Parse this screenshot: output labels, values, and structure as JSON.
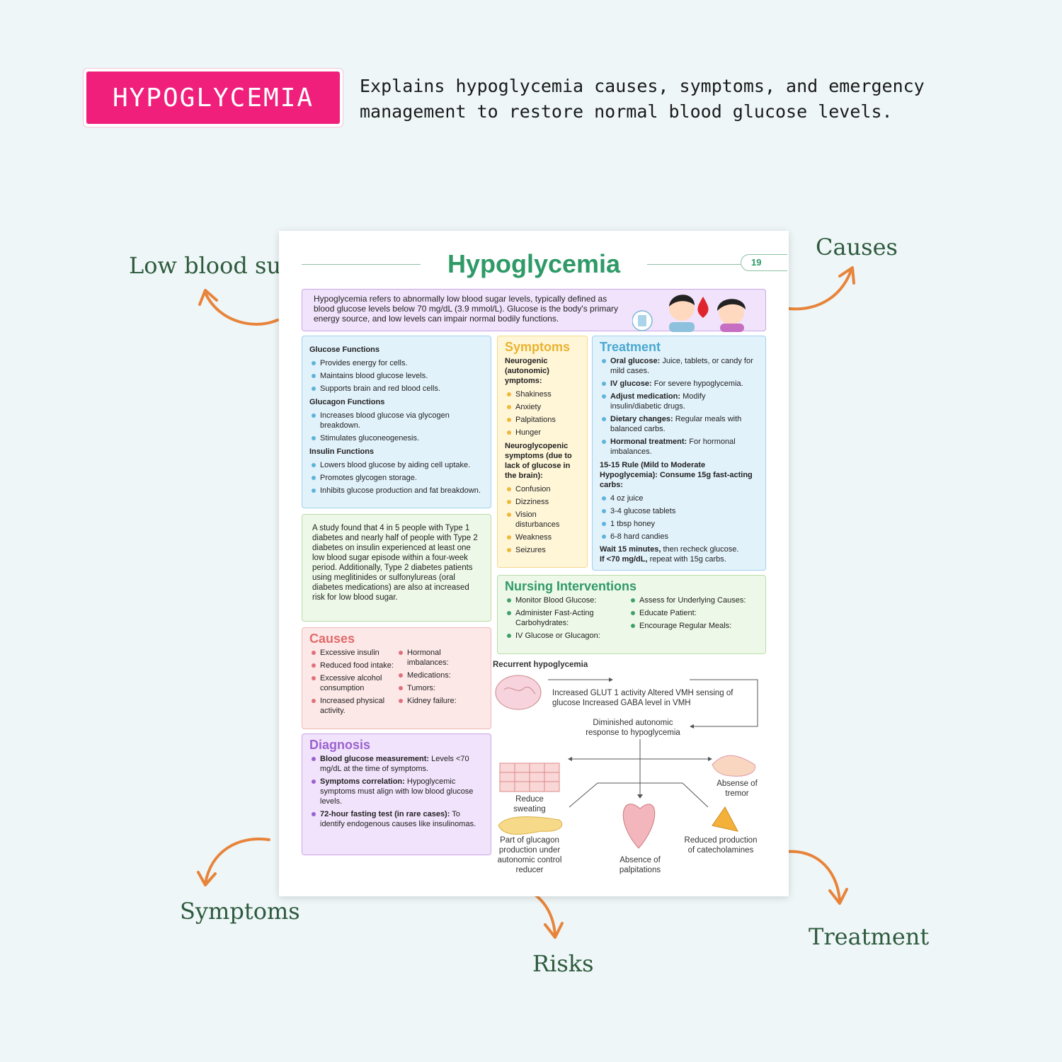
{
  "header": {
    "banner": "HYPOGLYCEMIA",
    "tagline": "Explains hypoglycemia causes, symptoms, and emergency management to restore normal blood glucose levels."
  },
  "side_labels": {
    "low_blood_sugar": "Low blood sugar",
    "causes": "Causes",
    "symptoms": "Symptoms",
    "risks": "Risks",
    "treatment": "Treatment"
  },
  "sheet": {
    "title": "Hypoglycemia",
    "page_number": "19",
    "intro": "Hypoglycemia refers to abnormally low blood sugar levels, typically defined as blood glucose levels below 70 mg/dL (3.9 mmol/L). Glucose is the body's primary energy source, and low levels can impair normal bodily functions.",
    "functions": {
      "glucose_title": "Glucose Functions",
      "glucose": [
        "Provides energy for cells.",
        "Maintains blood glucose levels.",
        "Supports brain and red blood cells."
      ],
      "glucagon_title": "Glucagon Functions",
      "glucagon": [
        "Increases blood glucose via glycogen breakdown.",
        "Stimulates gluconeogenesis."
      ],
      "insulin_title": "Insulin Functions",
      "insulin": [
        "Lowers blood glucose by aiding cell uptake.",
        "Promotes glycogen storage.",
        "Inhibits glucose production and fat breakdown."
      ]
    },
    "study": "A study found that 4 in 5 people with Type 1 diabetes and nearly half of people with Type 2 diabetes on insulin experienced at least one low blood sugar episode within a four-week period. Additionally, Type 2 diabetes patients using meglitinides or sulfonylureas (oral diabetes medications) are also at increased risk for low blood sugar.",
    "causes": {
      "title": "Causes",
      "left": [
        "Excessive insulin",
        "Reduced food intake:",
        "Excessive alcohol consumption",
        "Increased physical activity."
      ],
      "right": [
        "Hormonal imbalances:",
        "Medications:",
        "Tumors:",
        "Kidney failure:"
      ]
    },
    "diagnosis": {
      "title": "Diagnosis",
      "items": [
        {
          "b": "Blood glucose measurement:",
          "t": " Levels <70 mg/dL at the time of symptoms."
        },
        {
          "b": "Symptoms correlation:",
          "t": " Hypoglycemic symptoms must align with low blood glucose levels."
        },
        {
          "b": "72-hour fasting test (in rare cases):",
          "t": " To identify endogenous causes like insulinomas."
        }
      ]
    },
    "symptoms": {
      "title": "Symptoms",
      "neuro_title": "Neurogenic (autonomic) ymptoms:",
      "neuro": [
        "Shakiness",
        "Anxiety",
        "Palpitations",
        "Hunger"
      ],
      "glyco_title": "Neuroglycopenic symptoms (due to lack of glucose in the brain):",
      "glyco": [
        "Confusion",
        "Dizziness",
        "Vision disturbances",
        "Weakness",
        "Seizures"
      ]
    },
    "treatment": {
      "title": "Treatment",
      "items": [
        {
          "b": "Oral glucose:",
          "t": " Juice, tablets, or candy for mild cases."
        },
        {
          "b": "IV glucose:",
          "t": " For severe hypoglycemia."
        },
        {
          "b": "Adjust medication:",
          "t": " Modify insulin/diabetic drugs."
        },
        {
          "b": "Dietary changes:",
          "t": " Regular meals with balanced carbs."
        },
        {
          "b": "Hormonal treatment:",
          "t": " For hormonal imbalances."
        }
      ],
      "rule_title": "15-15 Rule (Mild to Moderate Hypoglycemia): Consume 15g fast-acting carbs:",
      "rule": [
        "4 oz juice",
        "3-4 glucose tablets",
        "1 tbsp honey",
        "6-8 hard candies"
      ],
      "wait_b": "Wait 15 minutes,",
      "wait_t": " then recheck glucose.",
      "if_b": "If <70 mg/dL,",
      "if_t": " repeat with 15g carbs."
    },
    "nursing": {
      "title": "Nursing Interventions",
      "left": [
        "Monitor Blood Glucose:",
        "Administer Fast-Acting Carbohydrates:",
        "IV Glucose or Glucagon:"
      ],
      "right": [
        "Assess for Underlying Causes:",
        "Educate Patient:",
        "Encourage Regular Meals:"
      ]
    },
    "recurrent": {
      "title": "Recurrent hypoglycemia",
      "step1": "Increased GLUT 1 activity Altered VMH sensing of glucose Increased GABA level in VMH",
      "step2": "Diminished autonomic response to hypoglycemia",
      "sweat": "Reduce sweating",
      "tremor": "Absense of tremor",
      "glucagon": "Part of glucagon production under autonomic control reducer",
      "palpitations": "Absence of palpitations",
      "catechol": "Reduced production of catecholamines"
    }
  },
  "colors": {
    "banner": "#f01f7c",
    "title": "#2f9a68",
    "label": "#2e5a3d",
    "arrow": "#e8843a"
  }
}
